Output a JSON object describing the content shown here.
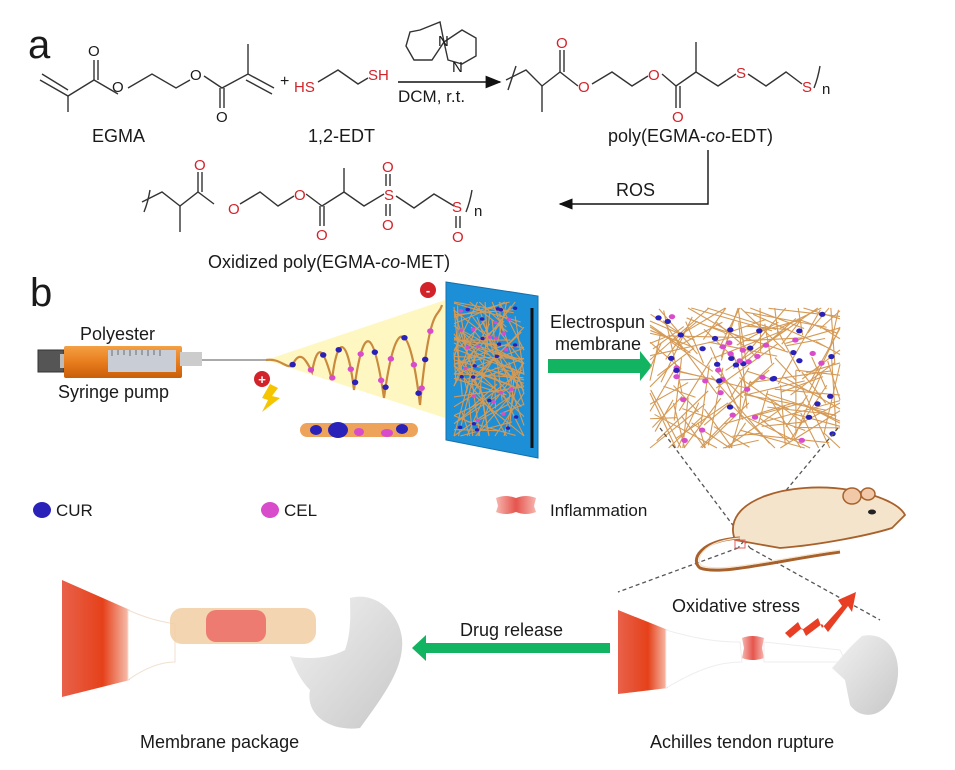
{
  "panels": {
    "a": {
      "label": "a",
      "reactant1": {
        "name": "EGMA",
        "atoms": {
          "O": "O"
        }
      },
      "plus": "+",
      "reactant2": {
        "name": "1,2-EDT",
        "thiol_left": "HS",
        "thiol_right": "SH"
      },
      "catalyst": {
        "atom_n": "N"
      },
      "conditions": "DCM, r.t.",
      "product": {
        "name_prefix": "poly(EGMA-",
        "name_italic": "co",
        "name_suffix": "-EDT)",
        "atom_s": "S",
        "atom_o": "O",
        "subscript": "n"
      },
      "oxidation_label": "ROS",
      "oxidized": {
        "name_prefix": "Oxidized poly(EGMA-",
        "name_italic": "co",
        "name_suffix": "-MET)",
        "atom_s": "S",
        "atom_o": "O",
        "subscript": "n"
      }
    },
    "b": {
      "label": "b",
      "syringe_top": "Polyester",
      "syringe_bottom": "Syringe pump",
      "pos_sign": "+",
      "neg_sign": "-",
      "arrow1_line1": "Electrospun",
      "arrow1_line2": "membrane",
      "legend": [
        {
          "label": "CUR",
          "color": "#2a22b8"
        },
        {
          "label": "CEL",
          "color": "#d84ccc"
        },
        {
          "label": "Inflammation",
          "color": "#e8706a"
        }
      ],
      "oxidative_stress": "Oxidative stress",
      "drug_release": "Drug release",
      "left_caption": "Membrane package",
      "right_caption": "Achilles tendon rupture"
    }
  },
  "colors": {
    "heteroatom": "#d2232a",
    "arrow_green": "#12b462",
    "collector_blue": "#1d8fd6",
    "fiber": "#d59a55",
    "cone": "#fff7c2",
    "syringe": "#e87d1e"
  }
}
